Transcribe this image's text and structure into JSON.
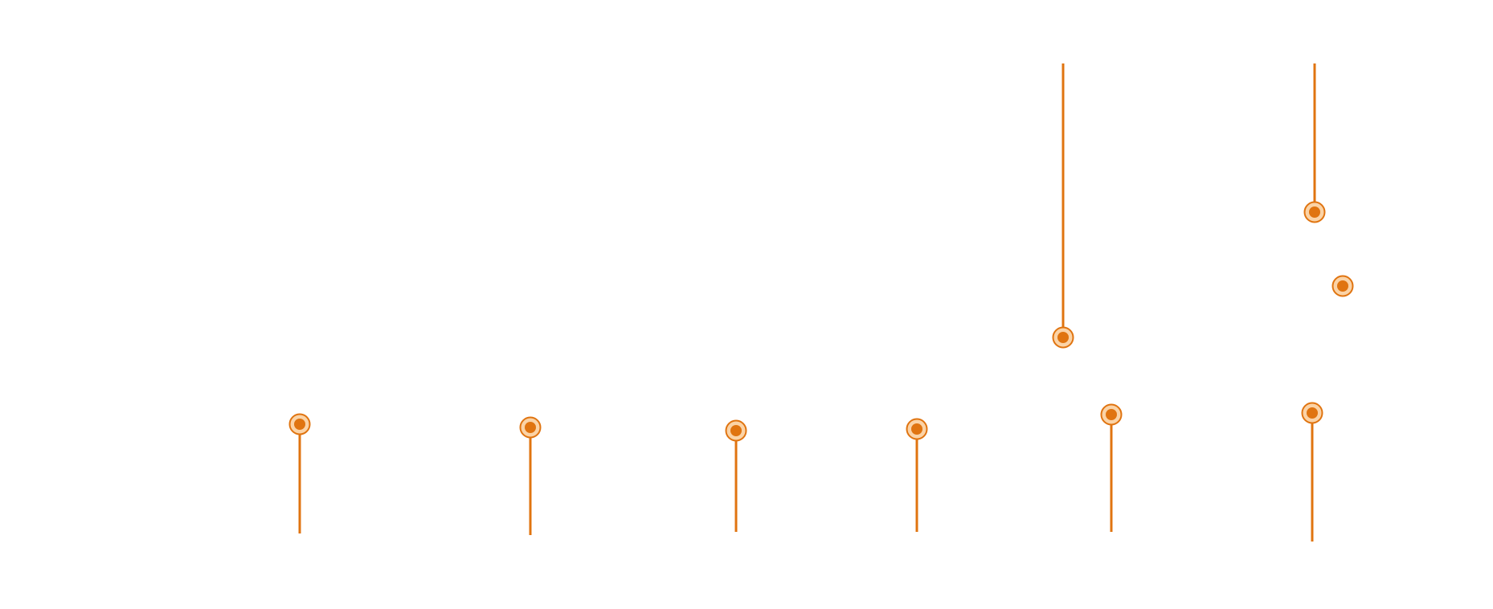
{
  "colors": {
    "background": "#ffffff",
    "stem": "#e07410",
    "marker_fill": "#e07410",
    "marker_ring": "#fbd3a6"
  },
  "markers": [
    {
      "name": "pin-marker-1",
      "stem": "down"
    },
    {
      "name": "pin-marker-2",
      "stem": "down"
    },
    {
      "name": "pin-marker-3",
      "stem": "down"
    },
    {
      "name": "pin-marker-4",
      "stem": "down"
    },
    {
      "name": "pin-marker-5",
      "stem": "down"
    },
    {
      "name": "pin-marker-6",
      "stem": "down"
    },
    {
      "name": "pin-marker-7",
      "stem": "up"
    },
    {
      "name": "pin-marker-8",
      "stem": "up"
    },
    {
      "name": "pin-marker-9",
      "stem": "none"
    }
  ]
}
